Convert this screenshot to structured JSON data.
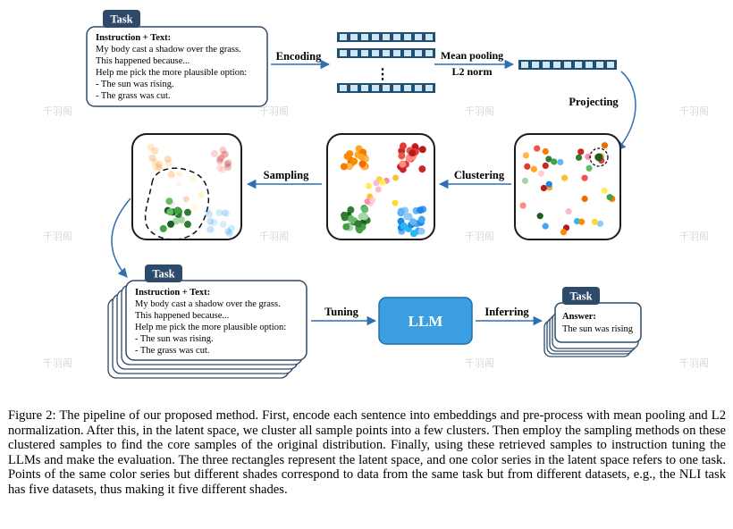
{
  "task_top": {
    "tag": "Task",
    "lines": [
      "Instruction + Text:",
      "My body cast a shadow over the grass.",
      "This happened because...",
      "Help me pick the more plausible option:",
      "- The sun was rising.",
      "- The grass was cut."
    ]
  },
  "steps": {
    "encoding": "Encoding",
    "mean_pooling": "Mean pooling",
    "l2_norm": "L2 norm",
    "projecting": "Projecting",
    "clustering": "Clustering",
    "sampling": "Sampling",
    "tuning": "Tuning",
    "inferring": "Inferring",
    "vdots": "⋮"
  },
  "task_bottom": {
    "tag": "Task",
    "lines": [
      "Instruction + Text:",
      "My body cast a shadow over the grass.",
      "This happened because...",
      "Help me pick the more plausible option:",
      "- The sun was rising.",
      "- The grass was cut."
    ]
  },
  "llm": {
    "label": "LLM",
    "color": "#3a9ee0"
  },
  "answer_box": {
    "tag": "Task",
    "label": "Answer:",
    "value": "The sun was rising"
  },
  "watermark": "千羽阁",
  "colors": {
    "tag_fill": "#2e4a6b",
    "box_border": "#2e4a6b",
    "arrow": "#2f6fb0",
    "embed_dark": "#1f4f73",
    "embed_light": "#cfe6f3"
  },
  "caption": "Figure 2: The pipeline of our proposed method. First, encode each sentence into embeddings and pre-process with mean pooling and L2 normalization. After this, in the latent space, we cluster all sample points into a few clusters. Then employ the sampling methods on these clustered samples to find the core samples of the original distribution. Finally, using these retrieved samples to instruction tuning the LLMs and make the evaluation. The three rectangles represent the latent space, and one color series in the latent space refers to one task. Points of the same color series but different shades correspond to data from the same task but from different datasets, e.g., the NLI task has five datasets, thus making it five different shades."
}
